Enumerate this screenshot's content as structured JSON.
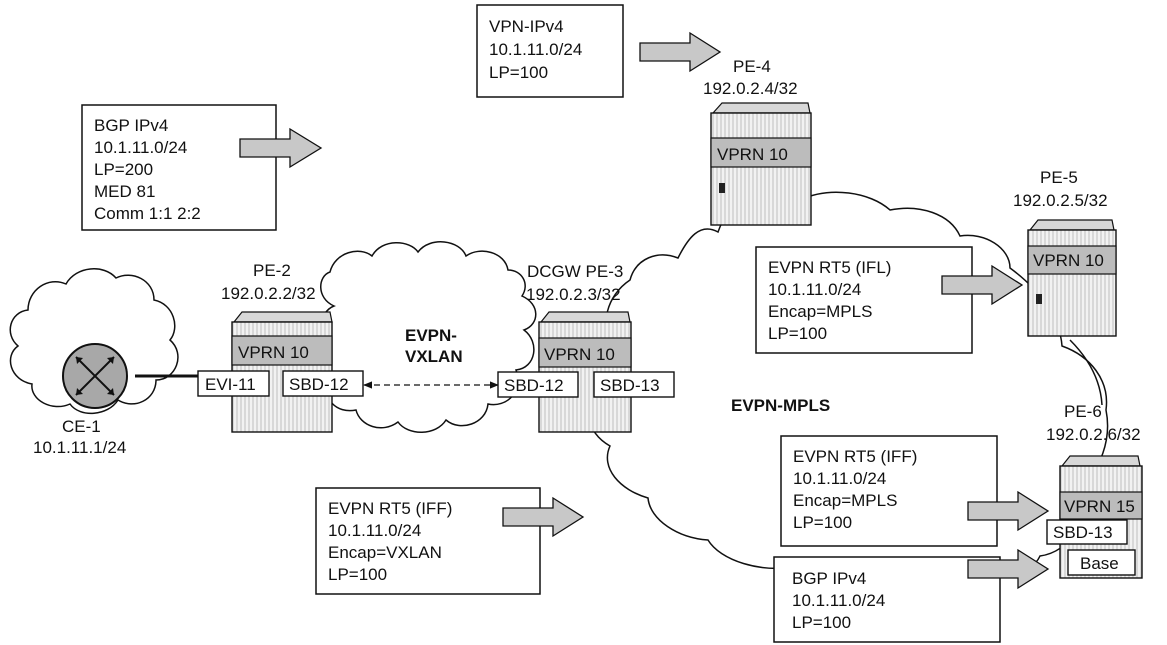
{
  "colors": {
    "line": "#111111",
    "arrow_fill": "#c8c8c8",
    "router_body": "#eeeeee",
    "router_band": "#bcbcbc",
    "panel": "#d8d8d8",
    "ce_fill": "#a8a8a8"
  },
  "boxes": {
    "vpn_ipv4": [
      "VPN-IPv4",
      "10.1.11.0/24",
      "LP=100"
    ],
    "bgp_ipv4_top": [
      "BGP IPv4",
      "10.1.11.0/24",
      "LP=200",
      "MED 81",
      "Comm 1:1 2:2"
    ],
    "evpn_rt5_ifl": [
      "EVPN RT5 (IFL)",
      "10.1.11.0/24",
      "Encap=MPLS",
      "LP=100"
    ],
    "evpn_rt5_iff_vxlan": [
      "EVPN RT5 (IFF)",
      "10.1.11.0/24",
      "Encap=VXLAN",
      "LP=100"
    ],
    "evpn_rt5_iff_mpls": [
      "EVPN RT5 (IFF)",
      "10.1.11.0/24",
      "Encap=MPLS",
      "LP=100"
    ],
    "bgp_ipv4_bottom": [
      "BGP IPv4",
      "10.1.11.0/24",
      "LP=100"
    ]
  },
  "nodes": {
    "ce1": {
      "name": "CE-1",
      "address": "10.1.11.1/24"
    },
    "pe2": {
      "name": "PE-2",
      "address": "192.0.2.2/32",
      "vprn": "VPRN 10",
      "ports": [
        "EVI-11",
        "SBD-12"
      ]
    },
    "pe3": {
      "name": "DCGW PE-3",
      "address": "192.0.2.3/32",
      "vprn": "VPRN 10",
      "ports": [
        "SBD-12",
        "SBD-13"
      ]
    },
    "pe4": {
      "name": "PE-4",
      "address": "192.0.2.4/32",
      "vprn": "VPRN 10"
    },
    "pe5": {
      "name": "PE-5",
      "address": "192.0.2.5/32",
      "vprn": "VPRN 10"
    },
    "pe6": {
      "name": "PE-6",
      "address": "192.0.2.6/32",
      "vprn": "VPRN 15",
      "ports": [
        "SBD-13",
        "Base"
      ]
    }
  },
  "clouds": {
    "vxlan": [
      "EVPN-",
      "VXLAN"
    ],
    "mpls": "EVPN-MPLS"
  }
}
